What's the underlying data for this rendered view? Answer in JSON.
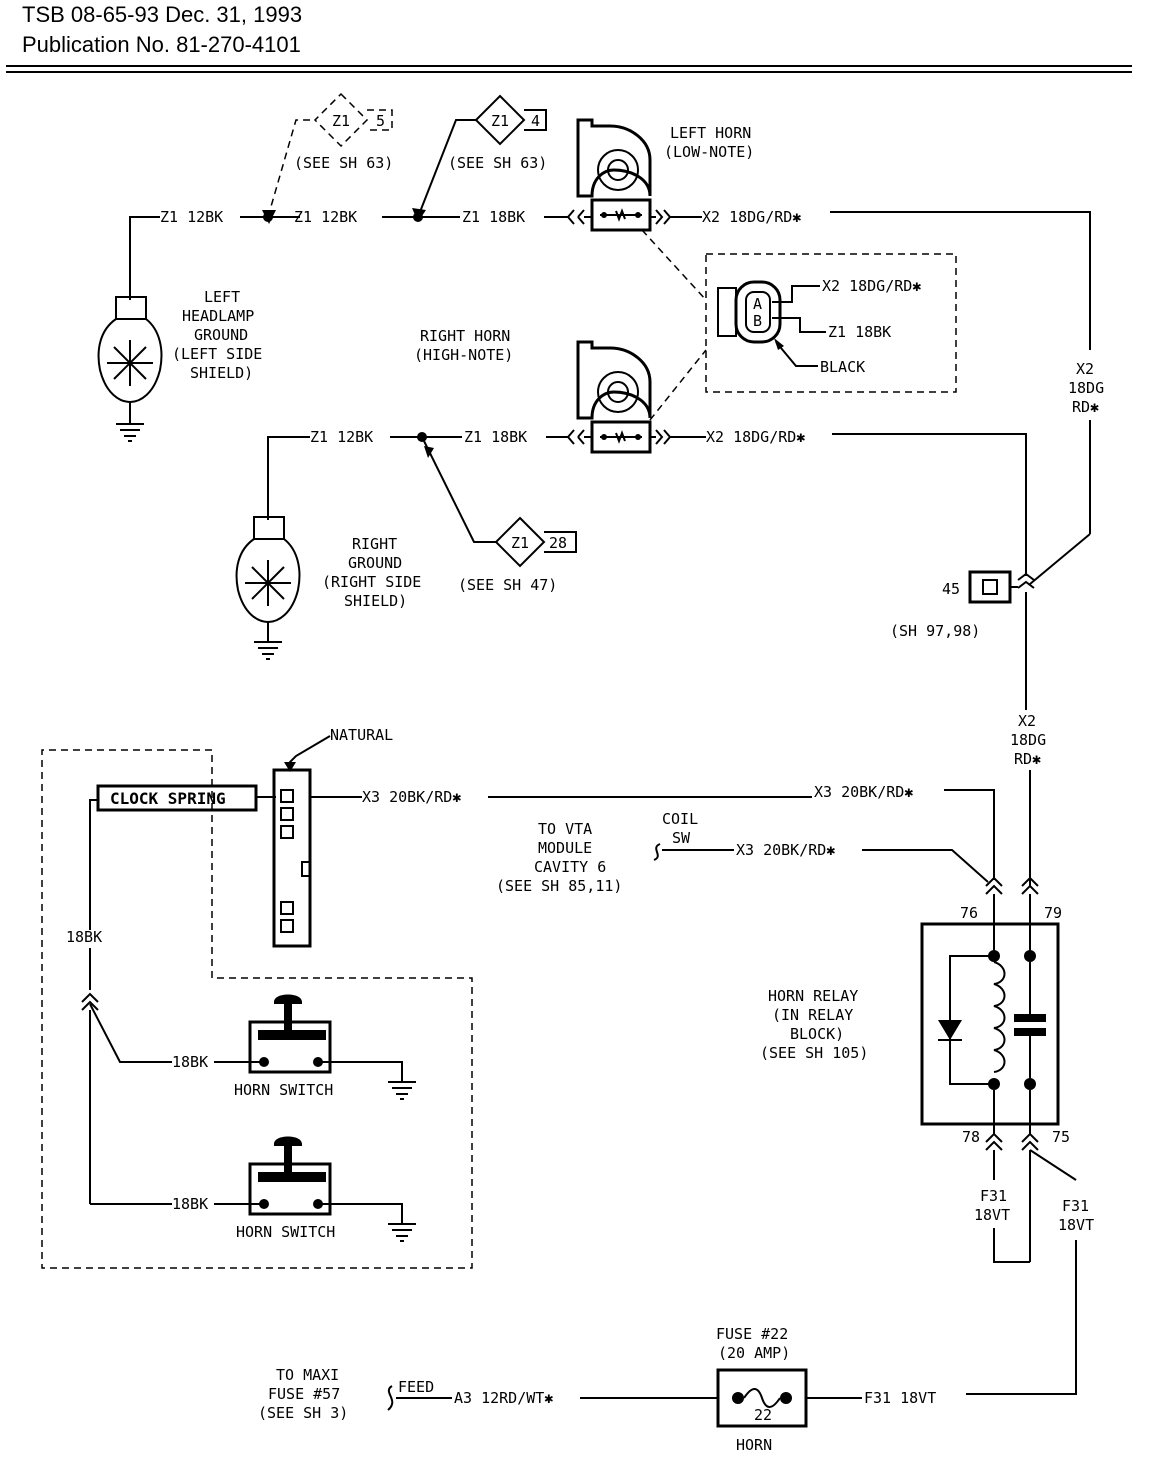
{
  "header": {
    "tsb_line": "TSB 08-65-93 Dec. 31, 1993",
    "publication_line": "Publication No. 81-270-4101"
  },
  "splices": {
    "z1_5_name": "Z1",
    "z1_5_num": "5",
    "z1_5_ref": "(SEE SH 63)",
    "z1_4_name": "Z1",
    "z1_4_num": "4",
    "z1_4_ref": "(SEE SH 63)",
    "z1_28_name": "Z1",
    "z1_28_num": "28",
    "z1_28_ref": "(SEE SH 47)"
  },
  "wires": {
    "w_z1_12bk_a": "Z1 12BK",
    "w_z1_12bk_b": "Z1 12BK",
    "w_z1_18bk_left": "Z1 18BK",
    "w_x2_left": "X2 18DG/RD✱",
    "w_z1_12bk_right": "Z1 12BK",
    "w_z1_18bk_right": "Z1 18BK",
    "w_x2_right": "X2 18DG/RD✱",
    "x2_vert_1": "X2",
    "x2_vert_2": "18DG",
    "x2_vert_3": "RD✱",
    "x2_vert_b1": "X2",
    "x2_vert_b2": "18DG",
    "x2_vert_b3": "RD✱",
    "x3_a": "X3 20BK/RD✱",
    "x3_b": "X3 20BK/RD✱",
    "x3_c": "X3 20BK/RD✱",
    "bk18_vert": "18BK",
    "bk18_sw1": "18BK",
    "bk18_sw2": "18BK",
    "f31_l1": "F31",
    "f31_l2": "18VT",
    "f31_r1": "F31",
    "f31_r2": "18VT",
    "f31_bottom": "F31 18VT",
    "a3": "A3 12RD/WT✱"
  },
  "components": {
    "left_horn_1": "LEFT HORN",
    "left_horn_2": "(LOW-NOTE)",
    "right_horn_1": "RIGHT HORN",
    "right_horn_2": "(HIGH-NOTE)",
    "lh_ground_1": "LEFT",
    "lh_ground_2": "HEADLAMP",
    "lh_ground_3": "GROUND",
    "lh_ground_4": "(LEFT SIDE",
    "lh_ground_5": "SHIELD)",
    "r_ground_1": "RIGHT",
    "r_ground_2": "GROUND",
    "r_ground_3": "(RIGHT SIDE",
    "r_ground_4": "SHIELD)",
    "conn_x2": "X2 18DG/RD✱",
    "conn_z1": "Z1 18BK",
    "conn_color": "BLACK",
    "conn_pin_a": "A",
    "conn_pin_b": "B",
    "c45": "45",
    "c45_ref": "(SH 97,98)",
    "natural": "NATURAL",
    "clock_spring": "CLOCK SPRING",
    "vta_1": "TO VTA",
    "vta_2": "MODULE",
    "vta_3": "CAVITY 6",
    "vta_4": "(SEE SH 85,11)",
    "coil_1": "COIL",
    "coil_2": "SW",
    "relay_1": "HORN RELAY",
    "relay_2": "(IN RELAY",
    "relay_3": "BLOCK)",
    "relay_4": "(SEE SH 105)",
    "pin76": "76",
    "pin79": "79",
    "pin78": "78",
    "pin75": "75",
    "horn_switch_1": "HORN SWITCH",
    "horn_switch_2": "HORN SWITCH",
    "fuse_1": "FUSE #22",
    "fuse_2": "(20 AMP)",
    "fuse_num": "22",
    "fuse_name": "HORN",
    "maxi_1": "TO MAXI",
    "maxi_2": "FUSE #57",
    "maxi_3": "(SEE SH 3)",
    "feed": "FEED"
  }
}
